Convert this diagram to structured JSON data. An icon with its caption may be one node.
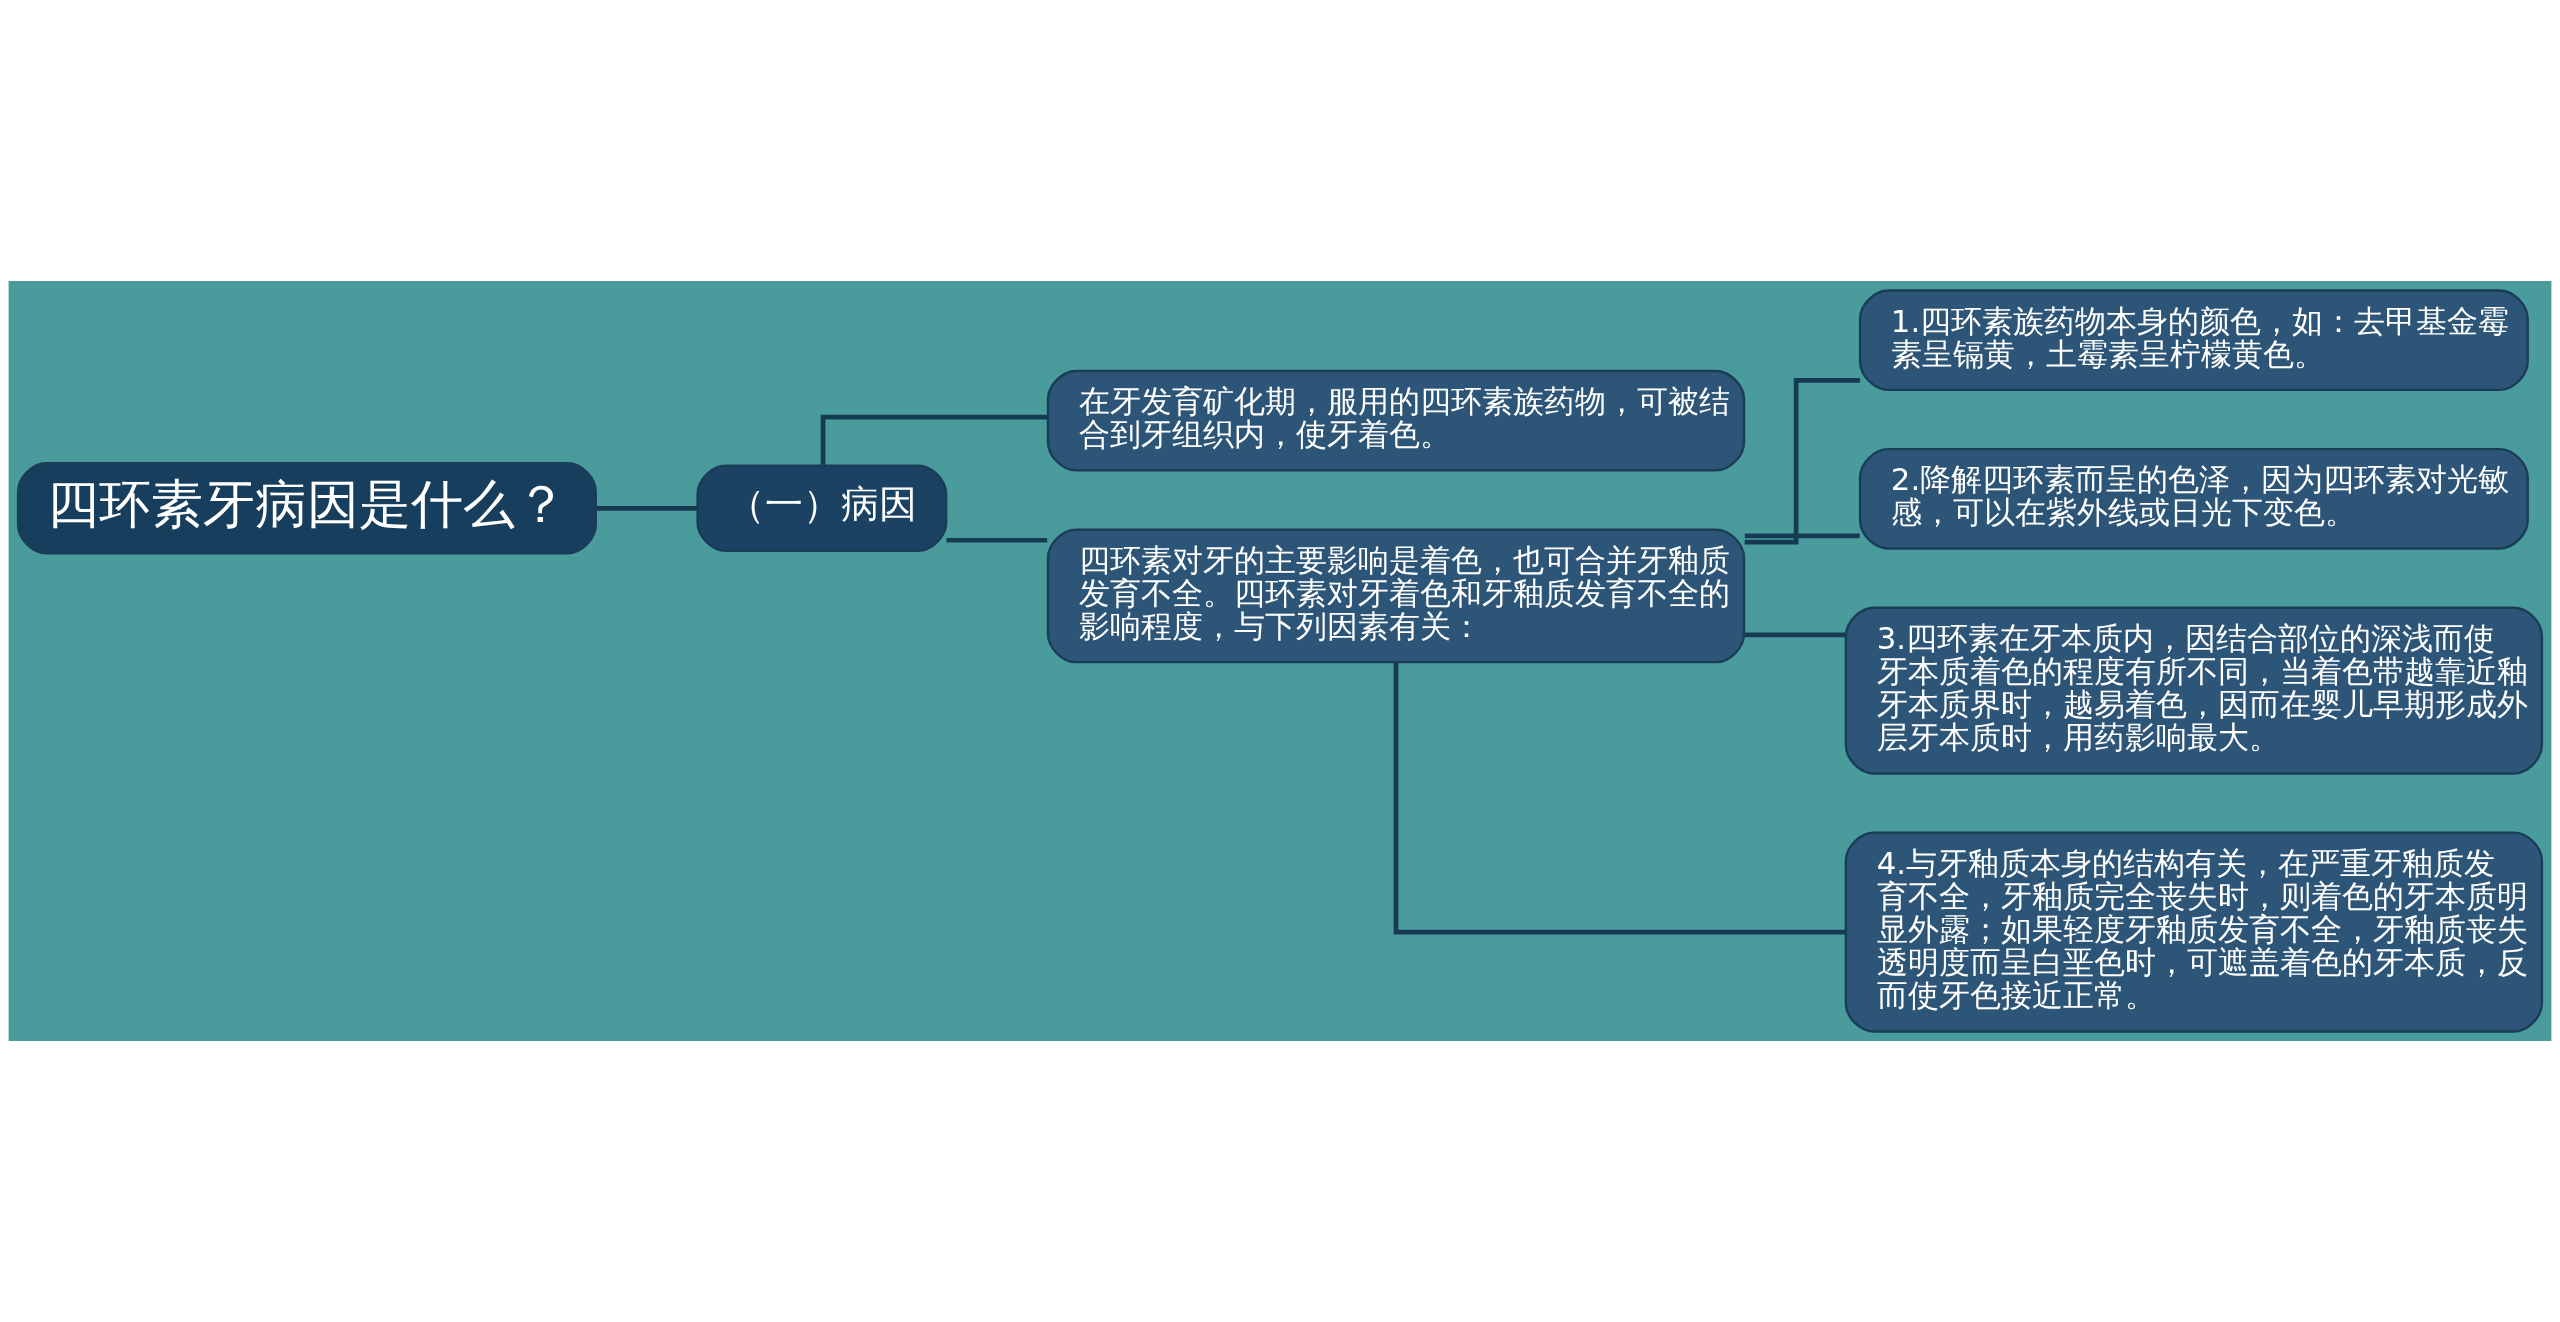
{
  "diagram": {
    "nodes": [
      {
        "text": [
          "四环素牙病因是什么？"
        ]
      },
      {
        "text": [
          "（一）病因"
        ]
      },
      {
        "text": [
          "在牙发育矿化期，服用的四环素族药物，可被结合到牙组织内，使牙着色。"
        ]
      },
      {
        "text": [
          "四环素对牙的主要影响是着色，也可合并牙釉质发育不全。四环素对牙着色和牙釉质发育不全的影响程度，与下列因素有关："
        ]
      },
      {
        "text": [
          "1.四环素族药物本身的颜色，如：去甲基金霉素呈镉黄，土霉素呈柠檬黄色。"
        ]
      },
      {
        "text": [
          "2.降解四环素而呈的色泽，因为四环素对光敏感，可以在紫外线或日光下变色。"
        ]
      },
      {
        "text": [
          "3.四环素在牙本质内，因结合部位的深浅而使牙本质着色的程度有所不同，当着色带越靠近釉牙本质界时，越易着色，因而在婴儿早期形成外层牙本质时，用药影响最大。"
        ]
      },
      {
        "text": [
          "4.与牙釉质本身的结构有关，在严重牙釉质发育不全，牙釉质完全丧失时，则着色的牙本质明显外露；如果轻度牙釉质发育不全，牙釉质丧失透明度而呈白垩色时，可遮盖着色的牙本质，反而使牙色接近正常。"
        ]
      }
    ],
    "edges": [
      {
        "from": 0,
        "to": 1,
        "arrow": "none"
      },
      {
        "from": 1,
        "to": 2,
        "arrow": "none"
      },
      {
        "from": 1,
        "to": 3,
        "arrow": "none"
      },
      {
        "from": 3,
        "to": 4,
        "arrow": "none"
      },
      {
        "from": 3,
        "to": 5,
        "arrow": "none"
      },
      {
        "from": 3,
        "to": 6,
        "arrow": "none"
      },
      {
        "from": 3,
        "to": 7,
        "arrow": "none"
      }
    ]
  }
}
